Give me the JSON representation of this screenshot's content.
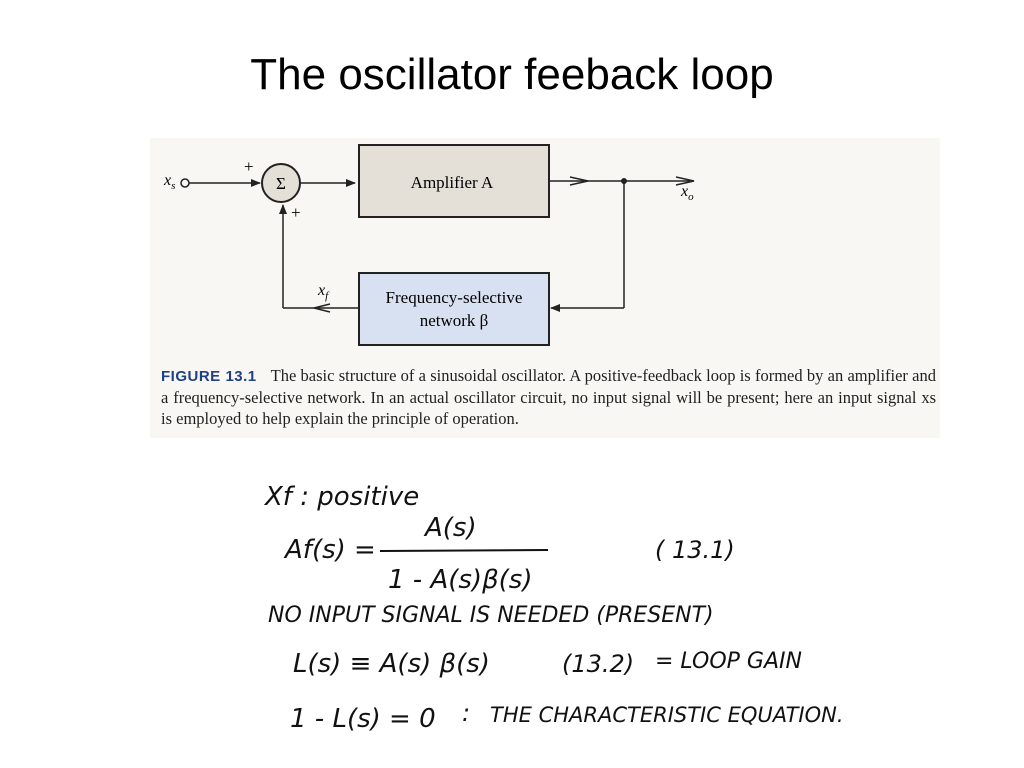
{
  "slide": {
    "title": "The oscillator feeback loop"
  },
  "diagram": {
    "input_symbol": "x",
    "input_sub": "s",
    "output_symbol": "x",
    "output_sub": "o",
    "feedback_symbol": "x",
    "feedback_sub": "f",
    "plus_top": "+",
    "plus_bottom": "+",
    "summer_symbol": "Σ",
    "amplifier_label": "Amplifier A",
    "network_line1": "Frequency-selective",
    "network_line2": "network β",
    "colors": {
      "amplifier_fill": "#e4e0d8",
      "network_fill": "#d8e1f1",
      "summer_fill": "#e4e0d8",
      "line": "#222222",
      "figure_label": "#1f3f86"
    }
  },
  "caption": {
    "label": "FIGURE 13.1",
    "text": "The basic structure of a sinusoidal oscillator. A positive-feedback loop is formed by an amplifier and a frequency-selective network. In an actual oscillator circuit, no input signal will be present; here an input signal xs is employed to help explain the principle of operation."
  },
  "notes": {
    "line1": "Xf : positive",
    "af_lhs": "Af(s) =",
    "af_num": "A(s)",
    "af_den": "1 - A(s)β(s)",
    "eq1_ref": "( 13.1)",
    "line3": "NO INPUT SIGNAL  IS  NEEDED (PRESENT)",
    "loop_def": "L(s) ≡ A(s) β(s)",
    "eq2_ref": "(13.2)",
    "loop_gain": "= LOOP GAIN",
    "char_lhs": "1 - L(s) = 0",
    "char_colon": ":",
    "char_text": "THE CHARACTERISTIC EQUATION."
  }
}
